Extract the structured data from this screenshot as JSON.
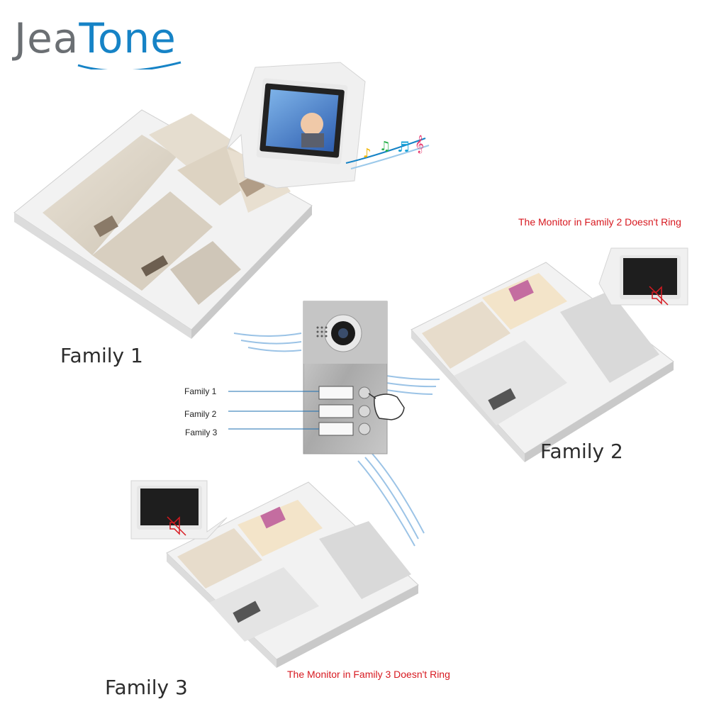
{
  "brand": {
    "part1": "Jea",
    "part2": "Tone"
  },
  "families": [
    {
      "label": "Family 1"
    },
    {
      "label": "Family 2",
      "note": "The Monitor in Family 2 Doesn't Ring"
    },
    {
      "label": "Family 3",
      "note": "The Monitor in Family 3 Doesn't Ring"
    }
  ],
  "doorbell": {
    "buttons": [
      "Family 1",
      "Family 2",
      "Family 3"
    ]
  },
  "colors": {
    "brand_blue": "#1683c6",
    "brand_gray": "#6b6f73",
    "note_red": "#d71920"
  }
}
